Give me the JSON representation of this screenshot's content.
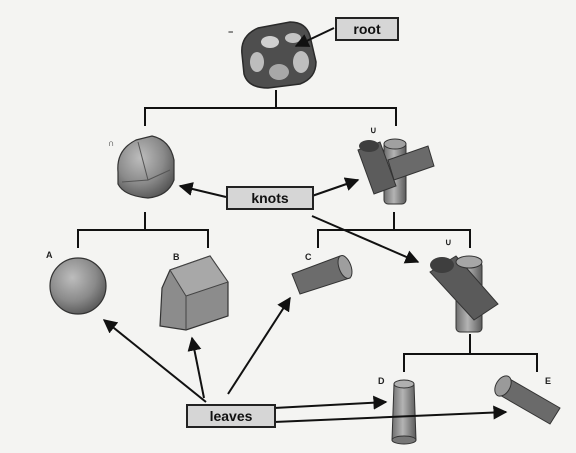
{
  "labels": {
    "root": "root",
    "knots": "knots",
    "leaves": "leaves"
  },
  "leaf_letters": {
    "a": "A",
    "b": "B",
    "c": "C",
    "d": "D",
    "e": "E"
  },
  "operators": {
    "root": "−",
    "knot_left": "∩",
    "knot_right": "∪",
    "knot_lower": "∪"
  },
  "colors": {
    "shape_fill": "#8a8a8a",
    "shape_dark": "#4a4a4a",
    "label_bg": "#d6d6d6",
    "line": "#111111"
  }
}
